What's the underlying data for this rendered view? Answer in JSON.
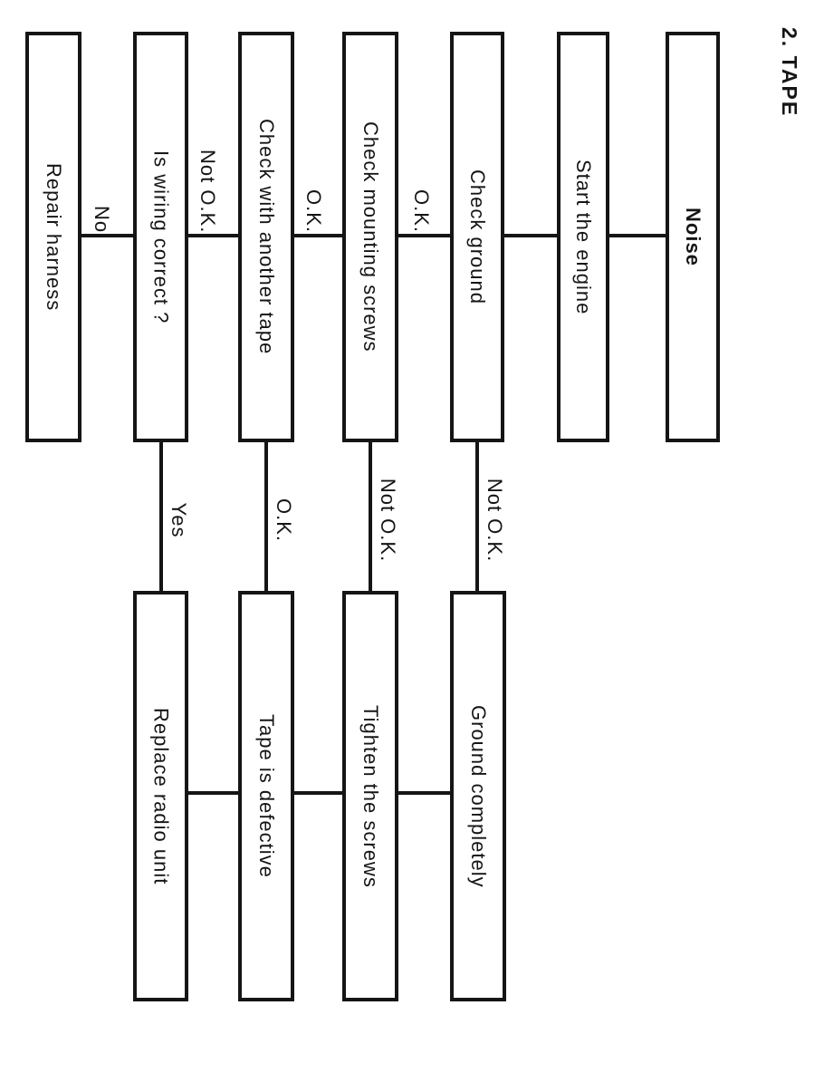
{
  "title": "2. TAPE",
  "symptom": "Noise",
  "colors": {
    "ink": "#151515",
    "paper": "#ffffff"
  },
  "diagram_type": "troubleshooting-flowchart",
  "orientation": "rotated-90-clockwise",
  "nodes": {
    "noise": "Noise",
    "start_engine": "Start the engine",
    "check_ground": "Check ground",
    "check_mounting_screws": "Check mounting screws",
    "check_with_another_tape": "Check with another tape",
    "is_wiring_correct": "Is wiring correct ?",
    "repair_harness": "Repair harness",
    "ground_completely": "Ground completely",
    "tighten_the_screws": "Tighten the screws",
    "tape_is_defective": "Tape is defective",
    "replace_radio_unit": "Replace radio unit"
  },
  "edges": [
    {
      "from": "noise",
      "to": "start_engine",
      "label": ""
    },
    {
      "from": "start_engine",
      "to": "check_ground",
      "label": ""
    },
    {
      "from": "check_ground",
      "to": "check_mounting_screws",
      "label": "O.K."
    },
    {
      "from": "check_ground",
      "to": "ground_completely",
      "label": "Not O.K."
    },
    {
      "from": "check_mounting_screws",
      "to": "check_with_another_tape",
      "label": "O.K."
    },
    {
      "from": "check_mounting_screws",
      "to": "tighten_the_screws",
      "label": "Not O.K."
    },
    {
      "from": "check_with_another_tape",
      "to": "is_wiring_correct",
      "label": "Not O.K."
    },
    {
      "from": "check_with_another_tape",
      "to": "tape_is_defective",
      "label": "O.K."
    },
    {
      "from": "is_wiring_correct",
      "to": "repair_harness",
      "label": "No"
    },
    {
      "from": "is_wiring_correct",
      "to": "replace_radio_unit",
      "label": "Yes"
    },
    {
      "from": "ground_completely",
      "to": "tighten_the_screws",
      "label": ""
    },
    {
      "from": "tighten_the_screws",
      "to": "tape_is_defective",
      "label": ""
    },
    {
      "from": "tape_is_defective",
      "to": "replace_radio_unit",
      "label": ""
    }
  ]
}
